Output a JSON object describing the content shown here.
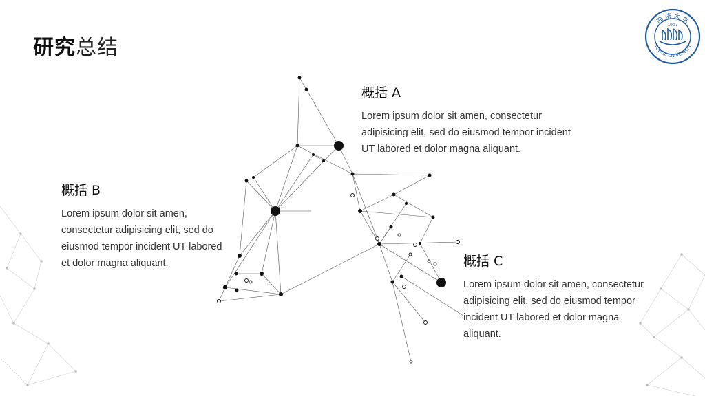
{
  "slide": {
    "title_bold": "研究",
    "title_light": "总结"
  },
  "logo": {
    "icon": "university-seal-icon",
    "color": "#1f5a9e",
    "top_text": "同 济 大 学",
    "year": "1907",
    "bottom_text": "TONGJI UNIVERSITY"
  },
  "sections": [
    {
      "heading": "概括 A",
      "body": "Lorem ipsum dolor sit amen, consectetur adipisicing elit, sed do eiusmod tempor incident UT labored et dolor magna aliquant."
    },
    {
      "heading": "概括 B",
      "body": "Lorem ipsum dolor sit amen, consectetur adipisicing elit, sed do eiusmod tempor incident UT labored et dolor magna aliquant."
    },
    {
      "heading": "概括 C",
      "body": "Lorem ipsum dolor sit amen, consectetur adipisicing elit, sed do eiusmod tempor incident UT labored et dolor magna aliquant."
    }
  ],
  "decor": {
    "network_icon": "network-graph-icon",
    "line_color": "#555555",
    "node_color": "#111111",
    "bg_mesh_color": "#cfcfcf"
  }
}
